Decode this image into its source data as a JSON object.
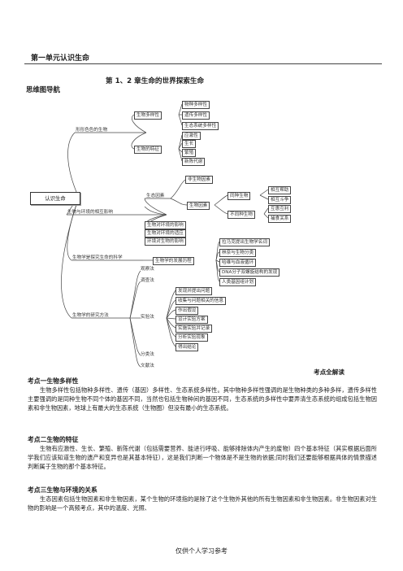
{
  "header": {
    "unit_title": "第一单元认识生命",
    "chapter_title": "第 1、2 章生命的世界探索生命",
    "mindmap_title": "思维图导航"
  },
  "mindmap": {
    "root": "认识生命",
    "b1": {
      "label": "形形色色的生物",
      "c1": "生物多样性",
      "c1_items": [
        "物种多样性",
        "遗传多样性",
        "生态系统多样性"
      ],
      "c2": "生物的特征",
      "c2_items": [
        "应激性",
        "生长",
        "繁殖",
        "新陈代谢"
      ]
    },
    "b2": {
      "label": "生物与环境的相互影响",
      "c1": "生态因素",
      "abiotic": "非生物因素",
      "biotic": "生物因素",
      "same": "同种生物",
      "same_items": [
        "相互帮助",
        "相互斗争"
      ],
      "diff": "不同种生物",
      "diff_items": [
        "互惠互利",
        "捕食关系"
      ],
      "others": [
        "生物对环境的影响",
        "生物对环境的适应",
        "环境对生物的影响"
      ]
    },
    "b3": {
      "label": "生物学是探究生命的科学",
      "c1": "生物学的发展历程",
      "items": [
        "拉马克提出生物学名词",
        "林奈与生物分类",
        "哈维与血液循环",
        "DNA分子双螺旋结构的发现",
        "人类基因组计划"
      ]
    },
    "b4": {
      "label": "生物学的研究方法",
      "methods": [
        "观察法",
        "调查法",
        "实验法",
        "分类法",
        "文献法"
      ],
      "steps": [
        "发现并提出问题",
        "收集与问题相关的信息",
        "作出假设",
        "设计实验方案",
        "实施实验并记录",
        "分析实验现象",
        "得出结论"
      ]
    }
  },
  "key_points_title": "考点全解读",
  "sections": [
    {
      "title": "考点一生物多样性",
      "text": "生物多样性包括物种多样性、遗传（基因）多样性、生态系统多样性。其中物种多样性强调的是生物种类的多种多样，遗传多样性主要强调的是同种生物不同个体的基因不同，当然也包括生物种间的基因不同，生态系统的多样性中要弄清生态系统的组成包括生物因素和非生物因素，地球上有最大的生态系统（生物圈）但没有最小的生态系统。"
    },
    {
      "title": "考点二生物的特征",
      "text": "生物有应激性、生长、繁殖、新陈代谢（包括需要营养、能进行呼吸、能够排除体内产生的废物）四个基本特征（其实根据后面所学我们应该知道生物的遗产和变异也是其基本特征），这是我们判断一个物体是不是生物的依据;同时我们还要能够根据具体的情景描述判断属于生物的那个基本特征。"
    },
    {
      "title": "考点三生物与环境的关系",
      "text": "生态因素包括生物因素和非生物因素，某个生物的环境指的是除了这个生物外其他的所有生物因素和非生物因素。非生物因素对生物的影响是一个高频考点，其中的温度、光照、"
    }
  ],
  "footer": "仅供个人学习参考"
}
